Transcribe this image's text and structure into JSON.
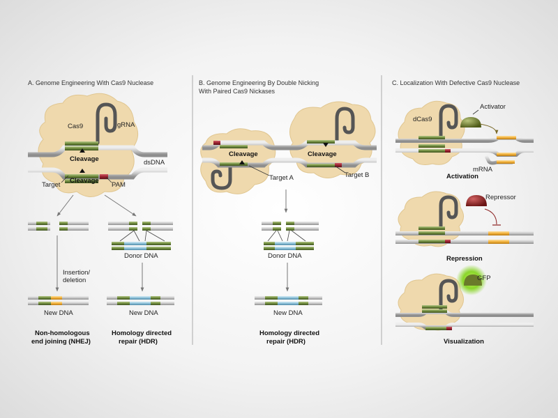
{
  "panels": {
    "a": {
      "title": "A. Genome Engineering With Cas9 Nuclease",
      "cas9": "Cas9",
      "grna": "gRNA",
      "cleavage_top": "Cleavage",
      "cleavage_bottom": "Cleavage",
      "dsdna": "dsDNA",
      "target": "Target",
      "pam": "PAM",
      "insertion_line1": "Insertion/",
      "insertion_line2": "deletion",
      "donor_dna": "Donor DNA",
      "new_dna_left": "New DNA",
      "new_dna_right": "New DNA",
      "nhej_line1": "Non-homologous",
      "nhej_line2": "end joining (NHEJ)",
      "hdr_line1": "Homology directed",
      "hdr_line2": "repair (HDR)"
    },
    "b": {
      "title_line1": "B. Genome Engineering By Double Nicking",
      "title_line2": "With Paired Cas9 Nickases",
      "cleavage_left": "Cleavage",
      "cleavage_right": "Cleavage",
      "target_a": "Target A",
      "target_b": "Target B",
      "donor_dna": "Donor DNA",
      "new_dna": "New DNA",
      "hdr_line1": "Homology directed",
      "hdr_line2": "repair (HDR)"
    },
    "c": {
      "title": "C. Localization With Defective Cas9 Nuclease",
      "dcas9": "dCas9",
      "activator": "Activator",
      "mrna": "mRNA",
      "activation": "Activation",
      "repressor": "Repressor",
      "repression": "Repression",
      "gfp": "GFP",
      "visualization": "Visualization"
    }
  },
  "colors": {
    "protein": "#efd9ad",
    "dna_gray": "#c2c2c2",
    "dna_green": "#6f8b3d",
    "dna_blue": "#8cc0d8",
    "dna_orange": "#f2b13a",
    "pam_red": "#9b2230",
    "grna": "#555555",
    "activator": "#6b7a2a",
    "repressor": "#8b2020",
    "gfp": "#7ecb2a"
  }
}
